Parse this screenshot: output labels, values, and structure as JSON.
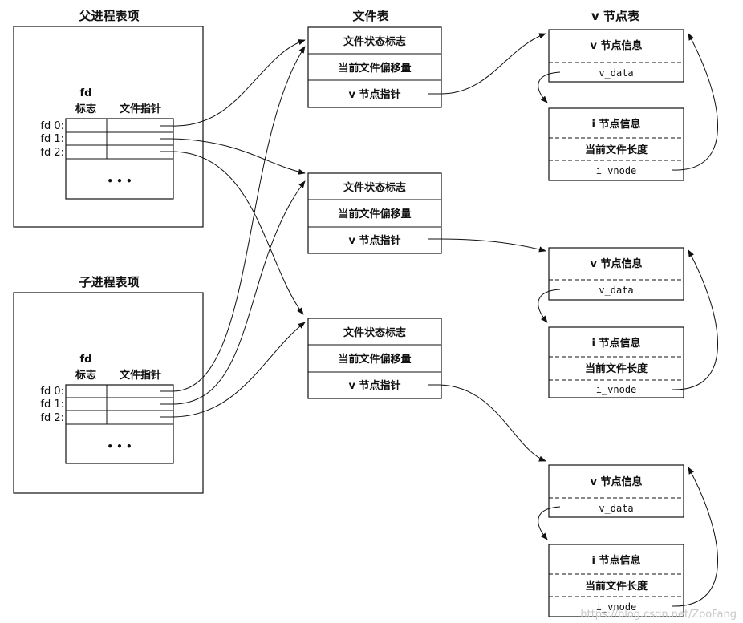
{
  "labels": {
    "parent_title": "父进程表项",
    "child_title": "子进程表项",
    "file_table_title": "文件表",
    "vnode_table_title": "v 节点表",
    "fd_header_top": "fd",
    "fd_header_flag": "标志",
    "fd_header_ptr": "文件指针",
    "fd0": "fd 0:",
    "fd1": "fd 1:",
    "fd2": "fd 2:",
    "ellipsis": "• • •",
    "file_status": "文件状态标志",
    "file_offset": "当前文件偏移量",
    "vnode_ptr": "v 节点指针",
    "vnode_info": "v 节点信息",
    "v_data": "v_data",
    "inode_info": "i 节点信息",
    "file_length": "当前文件长度",
    "i_vnode": "i_vnode",
    "watermark": "https://blog.csdn.net/ZooFang"
  }
}
